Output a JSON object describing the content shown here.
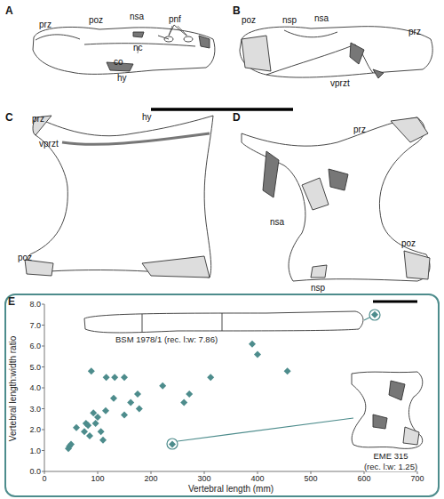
{
  "diagram": {
    "nodes": [
      {
        "text": [
          "E",
          "8.0",
          "7.0",
          "6.0",
          "5.0",
          "4.0",
          "3.0",
          "2.0",
          "1.0",
          "0.0",
          "0",
          "100",
          "200",
          "300",
          "400",
          "500",
          "600",
          "700",
          "Vertebral length:width ratio",
          "Vertebral length (mm)",
          "BSM 1978/1 (rec. l:w: 7.86)",
          "EME 315",
          "(rec. l:w: 1.25)"
        ]
      }
    ],
    "labels": [
      "A",
      "prz",
      "poz",
      "nsa",
      "pnf",
      "nc",
      "co",
      "hy",
      "B",
      "poz",
      "nsp",
      "nsa",
      "prz",
      "vprzt",
      "C",
      "prz",
      "vprzt",
      "hy",
      "poz",
      "D",
      "prz",
      "nsa",
      "poz",
      "nsp"
    ]
  }
}
